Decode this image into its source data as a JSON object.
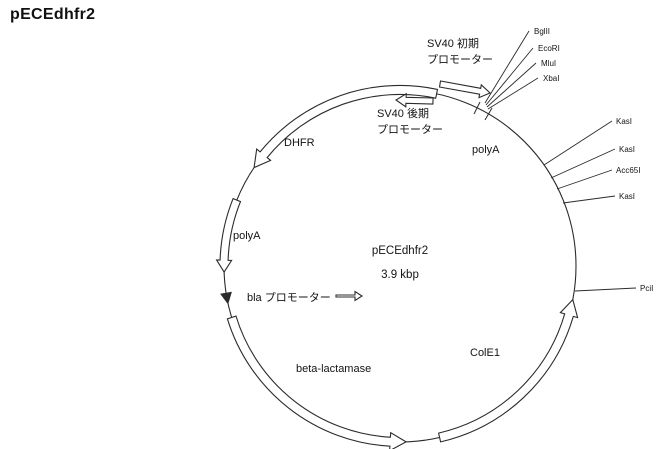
{
  "page_title": "pECEdhfr2",
  "plasmid": {
    "name": "pECEdhfr2",
    "size": "3.9 kbp",
    "features": {
      "dhfr": "DHFR",
      "polya_left": "polyA",
      "bla_promoter": "bla プロモーター",
      "beta_lactamase": "beta-lactamase",
      "cole1": "ColE1",
      "polya_right": "polyA",
      "sv40_early_line1": "SV40 初期",
      "sv40_early_line2": "プロモーター",
      "sv40_late_line1": "SV40 後期",
      "sv40_late_line2": "プロモーター"
    },
    "restriction_sites": {
      "top": [
        "BglII",
        "EcoRI",
        "MluI",
        "XbaI"
      ],
      "right": [
        "KasI",
        "KasI",
        "Acc65I",
        "KasI"
      ],
      "single": [
        "PciI"
      ]
    }
  }
}
